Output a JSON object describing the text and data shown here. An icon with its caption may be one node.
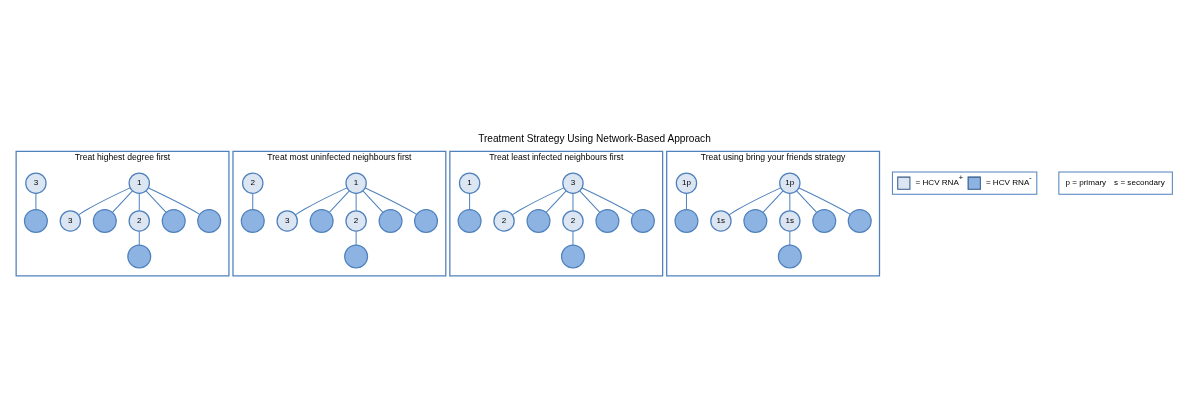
{
  "diagram": {
    "title": "Treatment Strategy Using Network-Based Approach",
    "nodes": [
      {
        "text": [
          "Treat highest degree first"
        ]
      },
      {
        "text": [
          "3"
        ],
        "in": 0
      },
      {
        "text": [],
        "shape": "circle",
        "in": 0
      },
      {
        "text": [],
        "shape": "circle",
        "in": 0
      },
      {
        "text": [
          "2"
        ],
        "in": 0
      },
      {
        "text": [],
        "shape": "circle",
        "in": 0
      },
      {
        "text": [
          "1"
        ],
        "in": 0
      },
      {
        "text": [],
        "shape": "circle",
        "in": 0
      },
      {
        "text": [
          "3"
        ],
        "in": 0
      },
      {
        "text": [],
        "shape": "circle",
        "in": 0
      },
      {
        "text": [
          "Treat most uninfected neighbours first"
        ]
      },
      {
        "text": [
          "3"
        ],
        "in": 10
      },
      {
        "text": [],
        "shape": "circle",
        "in": 10
      },
      {
        "text": [],
        "shape": "circle",
        "in": 10
      },
      {
        "text": [
          "2"
        ],
        "in": 10
      },
      {
        "text": [],
        "shape": "circle",
        "in": 10
      },
      {
        "text": [
          "1"
        ],
        "in": 10
      },
      {
        "text": [],
        "shape": "circle",
        "in": 10
      },
      {
        "text": [
          "2"
        ],
        "in": 10
      },
      {
        "text": [],
        "shape": "circle",
        "in": 10
      },
      {
        "text": [
          "Treat least infected neighbours first"
        ]
      },
      {
        "text": [
          "2"
        ],
        "in": 20
      },
      {
        "text": [],
        "shape": "circle",
        "in": 20
      },
      {
        "text": [],
        "shape": "circle",
        "in": 20
      },
      {
        "text": [
          "2"
        ],
        "in": 20
      },
      {
        "text": [],
        "shape": "circle",
        "in": 20
      },
      {
        "text": [
          "3"
        ],
        "in": 20
      },
      {
        "text": [],
        "shape": "circle",
        "in": 20
      },
      {
        "text": [
          "1"
        ],
        "in": 20
      },
      {
        "text": [],
        "shape": "circle",
        "in": 20
      },
      {
        "text": [
          "Treat using bring your friends strategy"
        ]
      },
      {
        "text": [
          "1s"
        ],
        "in": 30
      },
      {
        "text": [],
        "shape": "circle",
        "in": 30
      },
      {
        "text": [],
        "shape": "circle",
        "in": 30
      },
      {
        "text": [
          "1s"
        ],
        "in": 30
      },
      {
        "text": [],
        "shape": "circle",
        "in": 30
      },
      {
        "text": [
          "1p"
        ],
        "in": 30
      },
      {
        "text": [],
        "shape": "circle",
        "in": 30
      },
      {
        "text": [
          "1p"
        ],
        "in": 30
      },
      {
        "text": [],
        "shape": "circle",
        "in": 30
      }
    ],
    "edges": [
      {
        "from": 6,
        "to": 2,
        "arrow": "none"
      },
      {
        "from": 6,
        "to": 1,
        "arrow": "none"
      },
      {
        "from": 6,
        "to": 5,
        "arrow": "none"
      },
      {
        "from": 6,
        "to": 7,
        "arrow": "none"
      },
      {
        "from": 6,
        "to": 4,
        "arrow": "none"
      },
      {
        "from": 4,
        "to": 3,
        "arrow": "none"
      },
      {
        "from": 8,
        "to": 9,
        "arrow": "none"
      },
      {
        "from": 16,
        "to": 12,
        "arrow": "none"
      },
      {
        "from": 16,
        "to": 11,
        "arrow": "none"
      },
      {
        "from": 16,
        "to": 15,
        "arrow": "none"
      },
      {
        "from": 16,
        "to": 17,
        "arrow": "none"
      },
      {
        "from": 16,
        "to": 14,
        "arrow": "none"
      },
      {
        "from": 14,
        "to": 13,
        "arrow": "none"
      },
      {
        "from": 18,
        "to": 19,
        "arrow": "none"
      },
      {
        "from": 26,
        "to": 22,
        "arrow": "none"
      },
      {
        "from": 26,
        "to": 21,
        "arrow": "none"
      },
      {
        "from": 26,
        "to": 25,
        "arrow": "none"
      },
      {
        "from": 26,
        "to": 27,
        "arrow": "none"
      },
      {
        "from": 26,
        "to": 24,
        "arrow": "none"
      },
      {
        "from": 24,
        "to": 23,
        "arrow": "none"
      },
      {
        "from": 28,
        "to": 29,
        "arrow": "none"
      },
      {
        "from": 36,
        "to": 32,
        "arrow": "none"
      },
      {
        "from": 36,
        "to": 31,
        "arrow": "none"
      },
      {
        "from": 36,
        "to": 35,
        "arrow": "none"
      },
      {
        "from": 36,
        "to": 37,
        "arrow": "none"
      },
      {
        "from": 36,
        "to": 34,
        "arrow": "none"
      },
      {
        "from": 34,
        "to": 33,
        "arrow": "none"
      },
      {
        "from": 38,
        "to": 39,
        "arrow": "none"
      }
    ],
    "labels": [
      "p = primary",
      "s = secondary"
    ],
    "legend": [
      {
        "text": "= HCV RNA$^{+}$",
        "color": "#dce6f2"
      },
      {
        "text": "= HCV RNA$^{-}$",
        "color": "#8db3e2"
      }
    ]
  }
}
